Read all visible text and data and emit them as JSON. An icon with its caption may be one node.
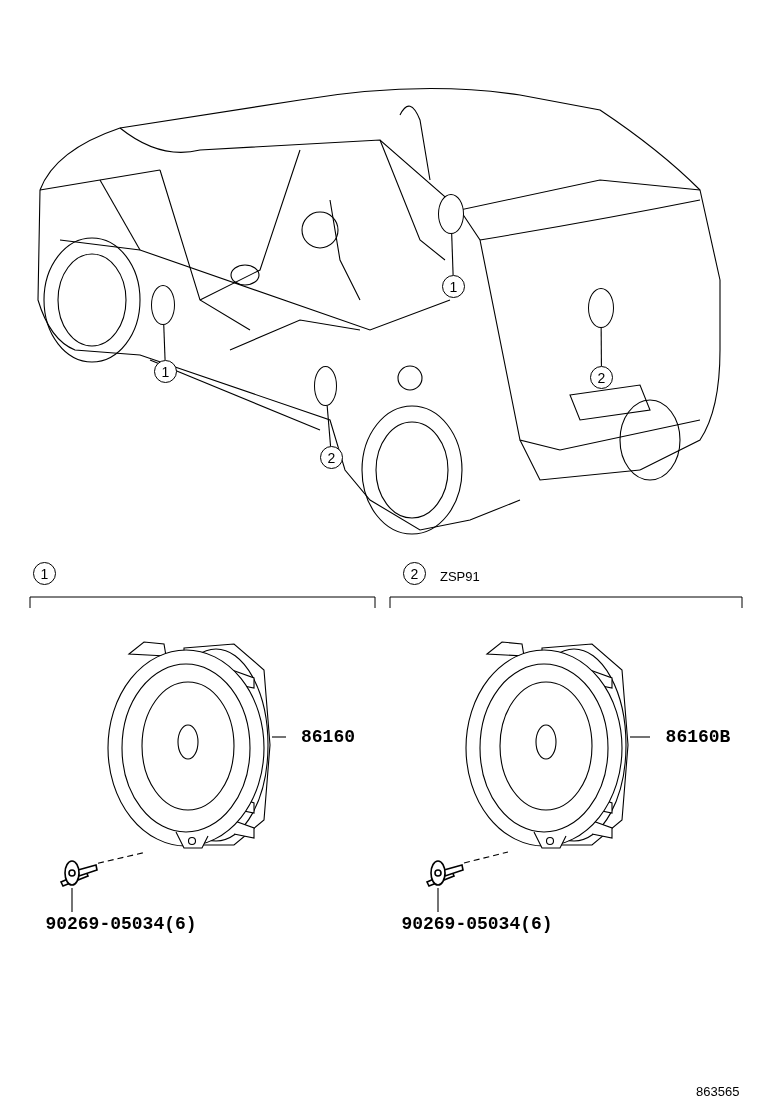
{
  "diagram": {
    "nodes": [
      {
        "text": [
          "1"
        ]
      },
      {
        "text": [
          "1"
        ]
      },
      {
        "text": [
          "2"
        ]
      },
      {
        "text": [
          "2"
        ]
      },
      {
        "text": [
          "1"
        ]
      },
      {
        "text": [
          "2"
        ]
      },
      {
        "text": [
          "86160"
        ]
      },
      {
        "text": [
          "86160B"
        ]
      },
      {
        "text": [
          "90269-05034(6)"
        ]
      },
      {
        "text": [
          "90269-05034(6)"
        ]
      },
      {
        "text": [],
        "shape": "circle"
      },
      {
        "text": [],
        "shape": "circle"
      },
      {
        "text": [],
        "shape": "circle"
      },
      {
        "text": [],
        "shape": "circle"
      },
      {
        "text": [],
        "shape": "picture"
      },
      {
        "text": [],
        "shape": "picture"
      },
      {
        "text": [],
        "shape": "bolt"
      },
      {
        "text": [],
        "shape": "bolt"
      }
    ],
    "edges": [
      {
        "from": 0,
        "to": 12,
        "arrow": "none"
      },
      {
        "from": 1,
        "to": 10,
        "arrow": "none"
      },
      {
        "from": 2,
        "to": 13,
        "arrow": "none"
      },
      {
        "from": 3,
        "to": 11,
        "arrow": "none"
      },
      {
        "from": 6,
        "to": 14,
        "arrow": "none"
      },
      {
        "from": 7,
        "to": 15,
        "arrow": "none"
      },
      {
        "from": 8,
        "to": 16,
        "arrow": "none"
      },
      {
        "from": 9,
        "to": 17,
        "arrow": "none"
      },
      {
        "from": 16,
        "to": 14,
        "arrow": "none",
        "style": "dashed"
      },
      {
        "from": 17,
        "to": 15,
        "arrow": "none",
        "style": "dashed"
      }
    ],
    "labels": [
      "ZSP91",
      "863565"
    ]
  }
}
